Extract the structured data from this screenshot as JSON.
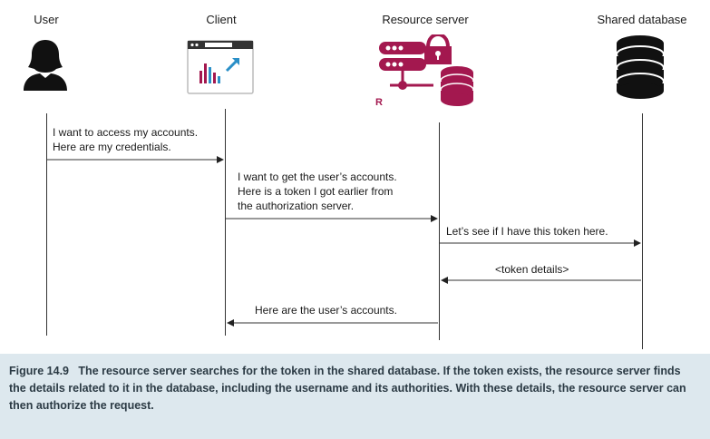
{
  "actors": {
    "user": "User",
    "client": "Client",
    "resource_server": "Resource server",
    "shared_database": "Shared database"
  },
  "resource_server_badge": "R",
  "messages": [
    {
      "from": "user",
      "to": "client",
      "text": "I want to access my accounts.\nHere are my credentials."
    },
    {
      "from": "client",
      "to": "resource_server",
      "text": "I want to get the user’s accounts.\nHere is a token I got earlier from\nthe authorization server."
    },
    {
      "from": "resource_server",
      "to": "shared_database",
      "text": "Let’s see if I have this token here."
    },
    {
      "from": "shared_database",
      "to": "resource_server",
      "text": "<token details>"
    },
    {
      "from": "resource_server",
      "to": "client",
      "text": "Here are the user’s accounts."
    }
  ],
  "caption": {
    "label": "Figure 14.9",
    "text": "The resource server searches for the token in the shared database. If the token exists, the resource server finds the details related to it in the database, including the username and its authorities. With these details, the resource server can then authorize the request."
  },
  "colors": {
    "accent": "#a3184f",
    "caption_bg": "#dde8ee",
    "icon_dark": "#111111"
  }
}
